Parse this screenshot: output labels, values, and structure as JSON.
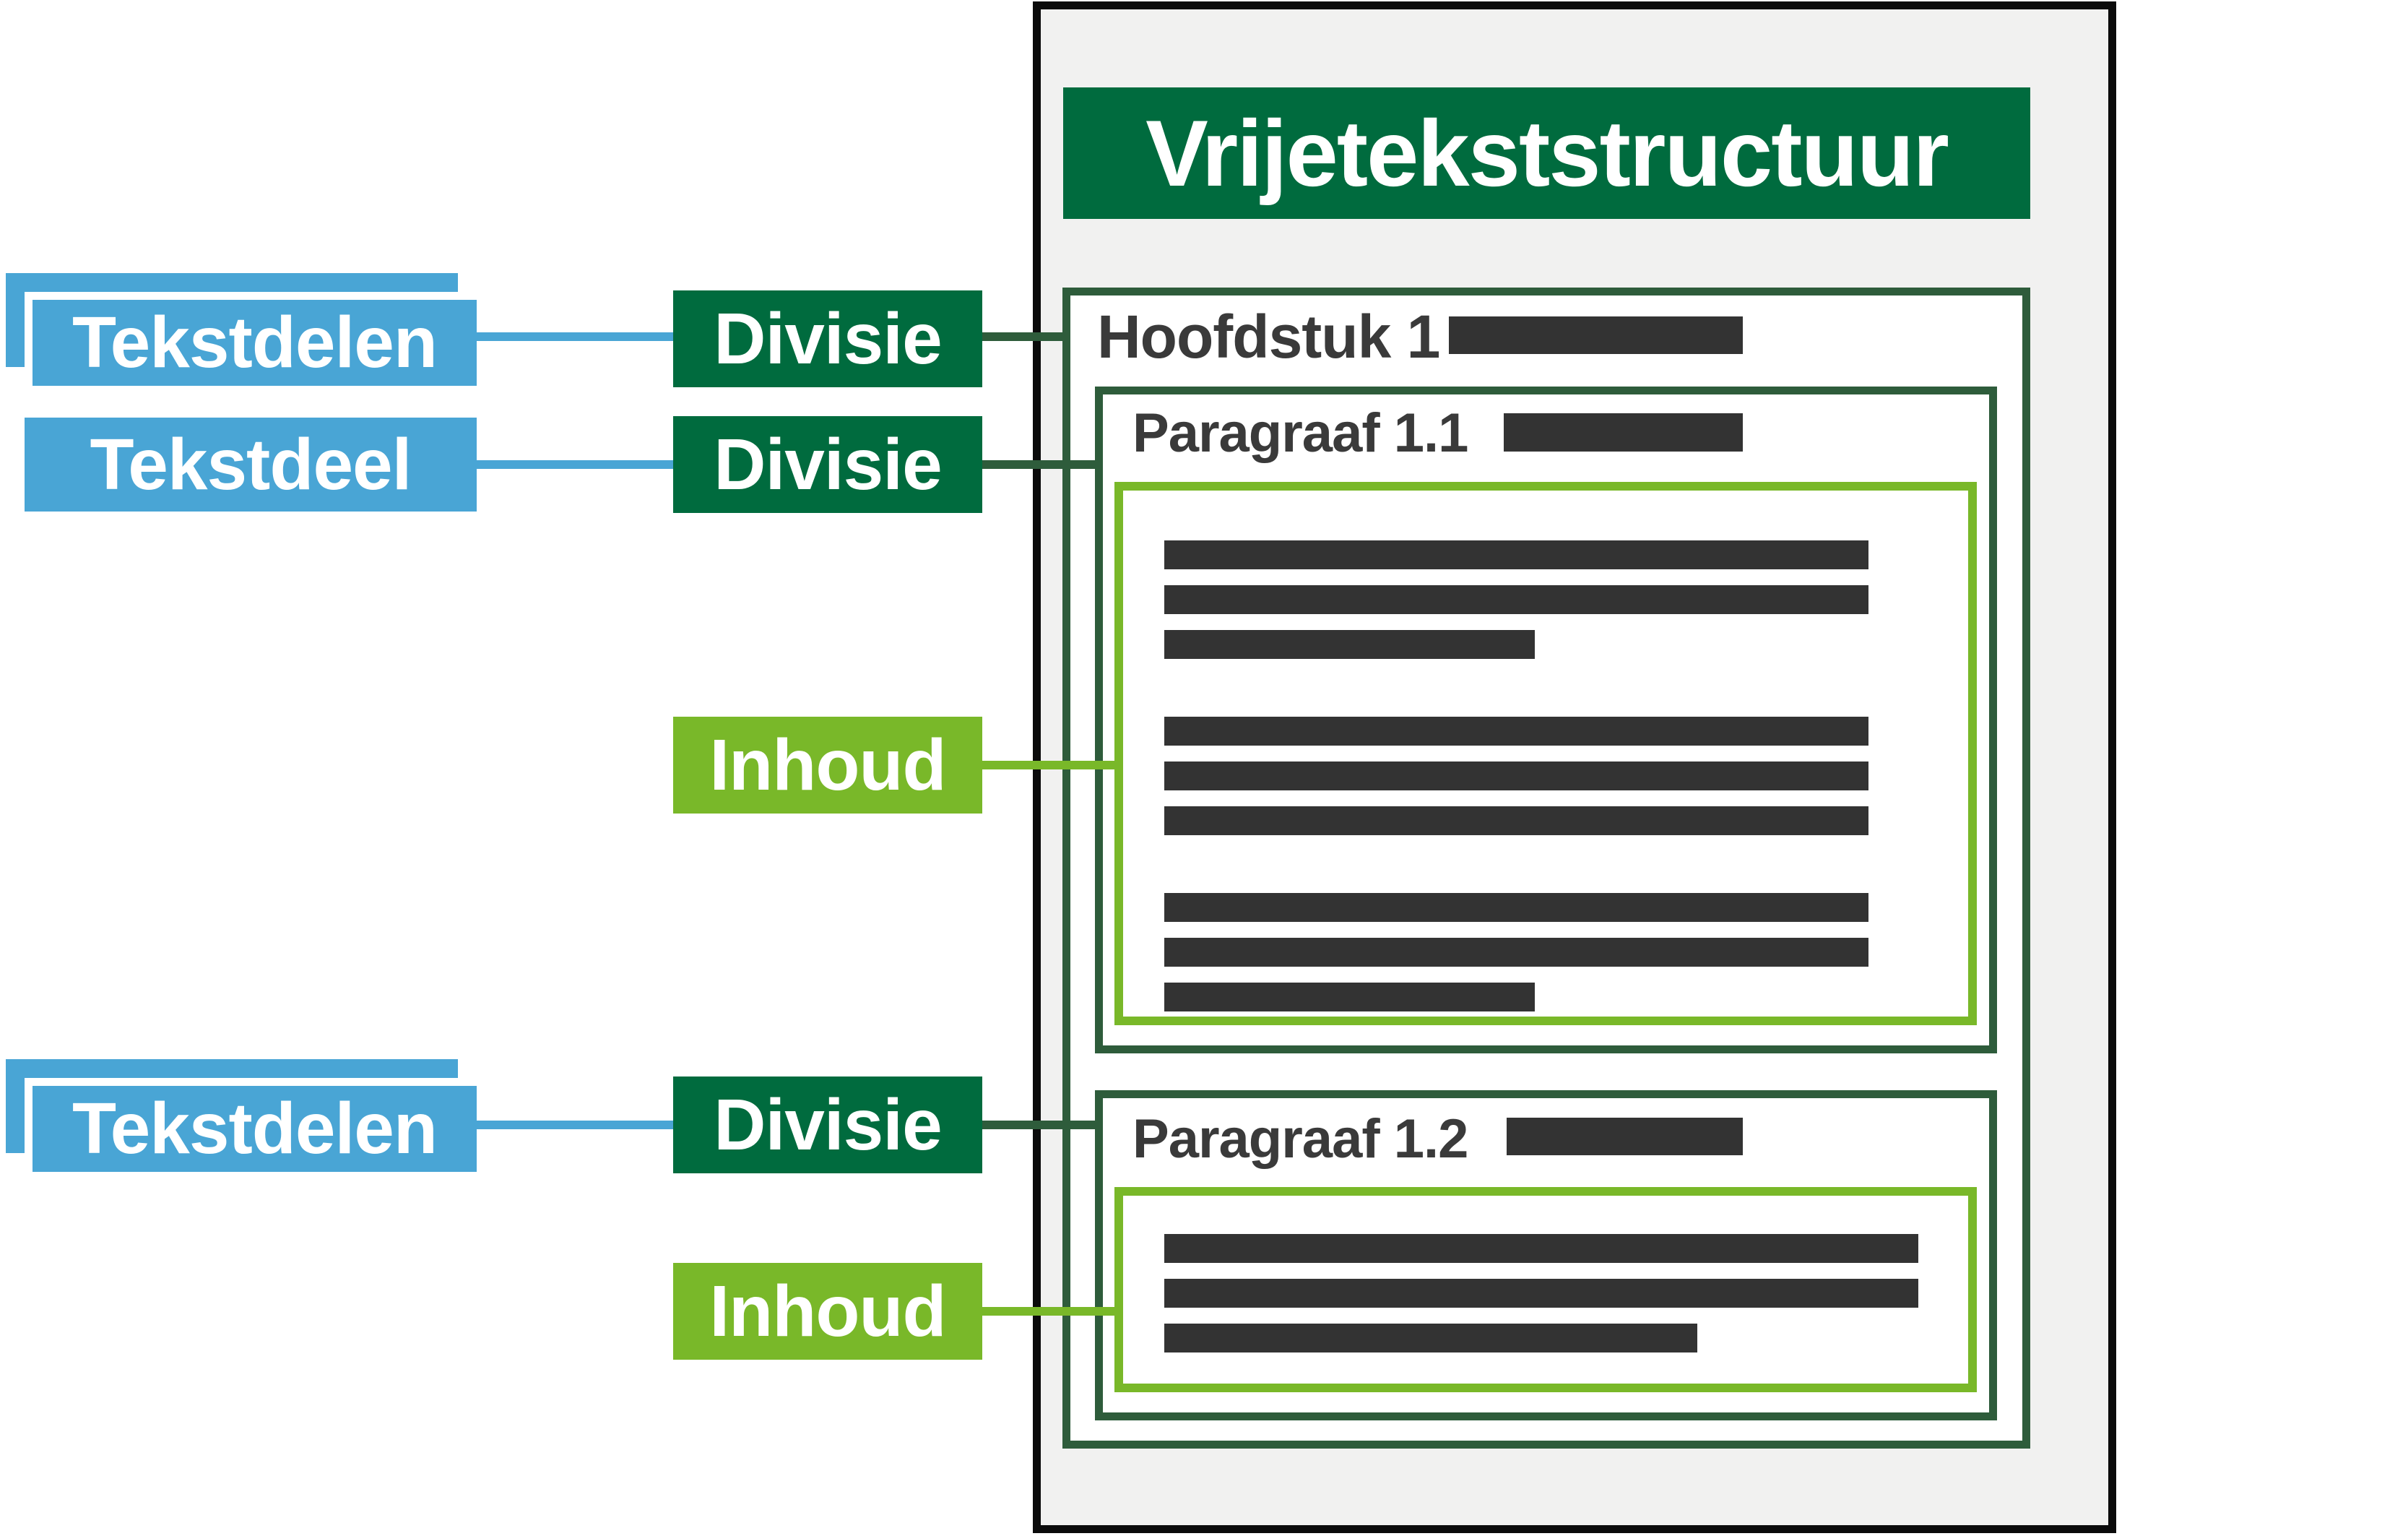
{
  "labels": {
    "tekstdelen_1": "Tekstdelen",
    "tekstdeel": "Tekstdeel",
    "tekstdelen_2": "Tekstdelen",
    "divisie_1": "Divisie",
    "divisie_2": "Divisie",
    "divisie_3": "Divisie",
    "inhoud_1": "Inhoud",
    "inhoud_2": "Inhoud"
  },
  "document": {
    "title": "Vrijetekststructuur",
    "hoofdstuk": {
      "heading": "Hoofdstuk 1"
    },
    "paragraaf_1_1": {
      "heading": "Paragraaf 1.1",
      "content_groups": [
        [
          1,
          1,
          0.526
        ],
        [
          1,
          1,
          1
        ],
        [
          1,
          1,
          0.526
        ]
      ]
    },
    "paragraaf_1_2": {
      "heading": "Paragraaf 1.2",
      "content_groups": [
        [
          1,
          1,
          0.707
        ]
      ]
    }
  },
  "colors": {
    "blue": "#49A5D5",
    "vivid_green": "#006B3E",
    "dark_green": "#2E5C3B",
    "light_green": "#79B829",
    "bar_gray": "#333333",
    "heading_gray": "#3A3A3A",
    "page_fill": "#F1F1F0",
    "page_border": "#0B0B0B"
  }
}
